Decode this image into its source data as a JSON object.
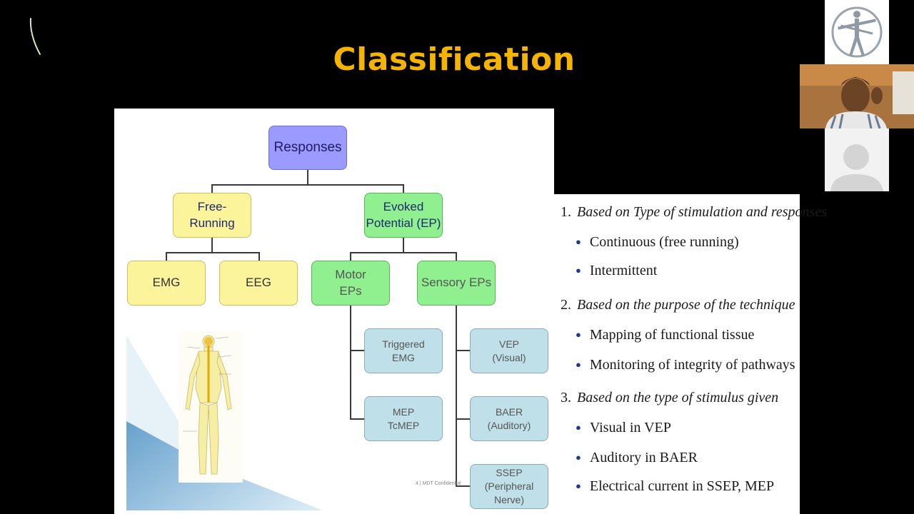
{
  "title": "Classification",
  "colors": {
    "title": "#f5b400",
    "root_box": "#9b9bff",
    "yellow_box": "#fbf49a",
    "green_box": "#90f090",
    "blue_box": "#bfe0e8",
    "bullet": "#1f3a8a"
  },
  "diagram": {
    "root": "Responses",
    "free_running": "Free-\nRunning",
    "evoked": "Evoked\nPotential (EP)",
    "emg": "EMG",
    "eeg": "EEG",
    "motor_eps": "Motor\nEPs",
    "sensory_eps": "Sensory EPs",
    "triggered_emg": "Triggered\nEMG",
    "mep": "MEP\nTcMEP",
    "vep": "VEP\n(Visual)",
    "baer": "BAER\n(Auditory)",
    "ssep": "SSEP\n(Peripheral Nerve)",
    "footer": "4 | MDT Confidential"
  },
  "list": {
    "h1": {
      "num": "1.",
      "text": "Based on Type of stimulation and responses"
    },
    "b1": "Continuous (free running)",
    "b2": "Intermittent",
    "h2": {
      "num": "2.",
      "text": "Based on the purpose of the technique"
    },
    "b3": "Mapping of functional tissue",
    "b4": "Monitoring of integrity of pathways",
    "h3": {
      "num": "3.",
      "text": "Based on the type of stimulus given"
    },
    "b5": "Visual in VEP",
    "b6": "Auditory in BAER",
    "b7": "Electrical current in SSEP, MEP"
  },
  "icons": {
    "logo": "vitruvian-logo-icon",
    "avatar": "user-avatar-icon",
    "bullet": "bullet-icon"
  }
}
